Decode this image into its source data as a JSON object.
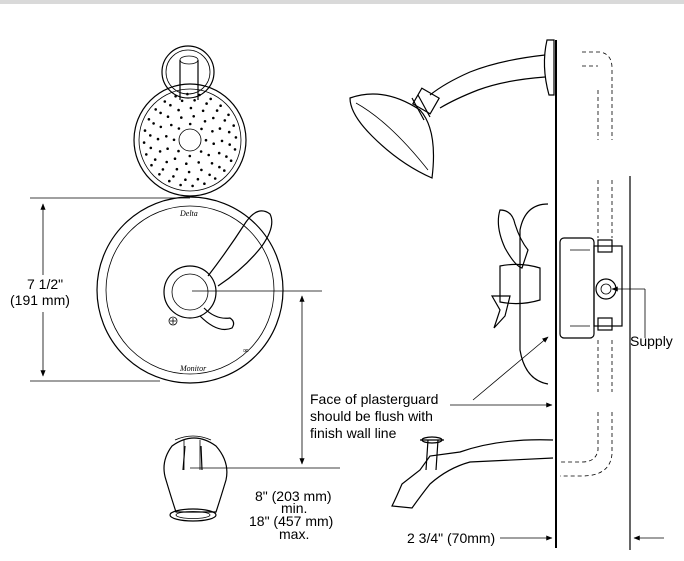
{
  "labels": {
    "trim_height_imperial": "7 1/2\"",
    "trim_height_metric": "(191 mm)",
    "plasterguard_line1": "Face of plasterguard",
    "plasterguard_line2": "should be flush with",
    "plasterguard_line3": "finish wall line",
    "spout_min_value": "8\" (203 mm)",
    "spout_min_word": "min.",
    "spout_max_value": "18\" (457 mm)",
    "spout_max_word": "max.",
    "wall_depth": "2 3/4\" (70mm)",
    "supply": "Supply",
    "brand_top": "Delta",
    "brand_bottom": "Monitor"
  },
  "icons": {
    "shower_head_front": "shower-head-front-icon",
    "valve_trim_front": "valve-trim-icon",
    "tub_spout_front": "tub-spout-front-icon",
    "shower_head_side": "shower-head-side-icon",
    "tub_spout_side": "tub-spout-side-icon",
    "valve_body": "valve-body-icon"
  }
}
